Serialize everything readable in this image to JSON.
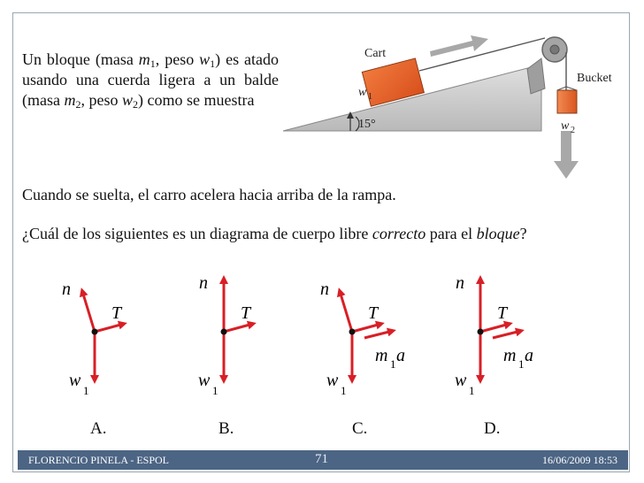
{
  "intro": {
    "t1": "Un bloque (masa ",
    "m1": "m",
    "m1_sub": "1",
    "t2": ", peso ",
    "w1": "w",
    "w1_sub": "1",
    "t3": ") es atado usando una cuerda ligera a un balde (masa ",
    "m2": "m",
    "m2_sub": "2",
    "t4": ", peso ",
    "w2": "w",
    "w2_sub": "2",
    "t5": ") como se muestra"
  },
  "figure": {
    "cart_label": "Cart",
    "bucket_label": "Bucket",
    "w1_label": "w",
    "w1_sub": "1",
    "w2_label": "w",
    "w2_sub": "2",
    "angle_label": "15°"
  },
  "paragraph1": "Cuando se suelta, el carro acelera hacia arriba de la rampa.",
  "question": {
    "before": "¿Cuál de los siguientes es un diagrama de cuerpo libre ",
    "correcto": "correcto",
    "middle": " para el ",
    "bloque": "bloque",
    "after": "?"
  },
  "diagrams": {
    "n": "n",
    "T": "T",
    "w": "w",
    "w_sub": "1",
    "m": "m",
    "m_sub": "1",
    "a": "a"
  },
  "options": [
    "A.",
    "B.",
    "C.",
    "D."
  ],
  "footer": {
    "author": "FLORENCIO PINELA - ESPOL",
    "page": "71",
    "datetime": "16/06/2009 18:53"
  },
  "colors": {
    "arrow_red": "#d81f26",
    "footer_bg": "#4c6584",
    "ramp_gray": "#c8c8c8",
    "cart_orange": "#e8622a"
  }
}
